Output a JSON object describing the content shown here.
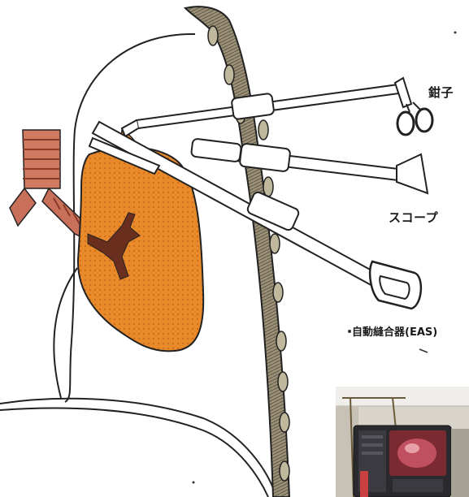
{
  "labels": {
    "forceps": "鉗子",
    "scope": "スコープ",
    "stapler": "自動縫合器(EAS)"
  },
  "icons": {
    "trachea": "trachea-icon",
    "lung": "lung-icon",
    "chest_wall": "chest-wall-icon",
    "forceps": "forceps-icon",
    "scope": "scope-icon",
    "stapler": "stapler-icon"
  },
  "colors": {
    "lung": "#e8892a",
    "lung_dark": "#c8661a",
    "trachea": "#c8705a",
    "bronchus": "#6a2e1e",
    "chest_wall": "#8a8068",
    "outline": "#222222"
  }
}
